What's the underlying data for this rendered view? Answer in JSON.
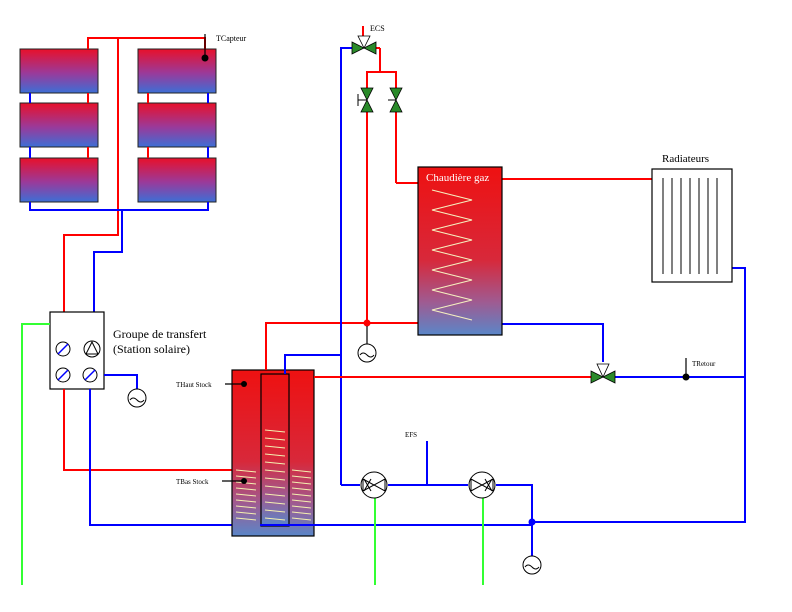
{
  "labels": {
    "t_capteur": "TCapteur",
    "ecs": "ECS",
    "efs": "EFS",
    "chaudiere": "Chaudière gaz",
    "radiateurs": "Radiateurs",
    "groupe_line1": "Groupe de transfert",
    "groupe_line2": "(Station solaire)",
    "t_haut_stock": "THaut Stock",
    "t_bas_stock": "TBas Stock",
    "t_retour": "TRetour"
  },
  "colors": {
    "hot": "#ff0000",
    "cold": "#0000ff",
    "water_supply": "#33ff33",
    "valve_green": "#2a8a2a",
    "tank_top": "#ee1111",
    "tank_bottom": "#5a86c8"
  }
}
